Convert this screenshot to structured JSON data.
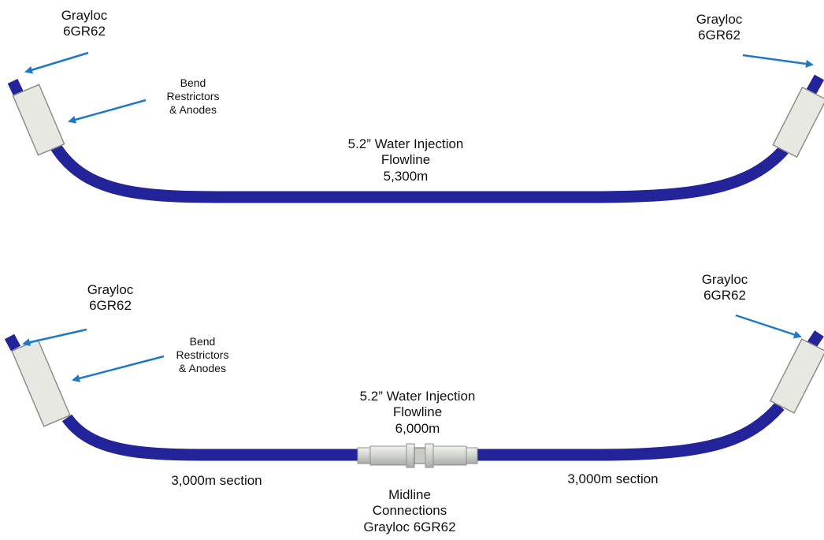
{
  "diagrams": [
    {
      "name": "single-flowline",
      "left_connector": "Grayloc\n6GR62",
      "right_connector": "Grayloc\n6GR62",
      "bend_restrictors": "Bend\nRestrictors\n& Anodes",
      "flowline_label": "5.2” Water Injection\nFlowline\n5,300m"
    },
    {
      "name": "split-flowline",
      "left_connector": "Grayloc\n6GR62",
      "right_connector": "Grayloc\n6GR62",
      "bend_restrictors": "Bend\nRestrictors\n& Anodes",
      "flowline_label": "5.2” Water Injection\nFlowline\n6,000m",
      "left_section": "3,000m section",
      "right_section": "3,000m section",
      "midline_label": "Midline\nConnections\nGrayloc 6GR62"
    }
  ],
  "colors": {
    "pipe": "#23249a",
    "pipe_dark": "#14157a",
    "arrow": "#1f78c4",
    "restrictor_fill": "#e6e8e1",
    "restrictor_stroke": "#8d8f89",
    "connector_fill": "#d7d9d5"
  }
}
